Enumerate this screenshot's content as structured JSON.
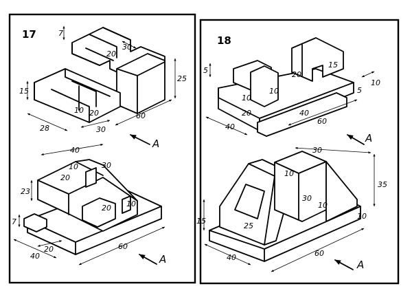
{
  "panel_17": {
    "number": "17",
    "top_part": {
      "dims": [
        "7",
        "30",
        "20",
        "15",
        "25",
        "10",
        "20",
        "28",
        "30",
        "60"
      ],
      "view_label": "A"
    },
    "bottom_part": {
      "dims": [
        "40",
        "10",
        "30",
        "20",
        "23",
        "20",
        "10",
        "7",
        "20",
        "40",
        "60"
      ],
      "view_label": "A"
    }
  },
  "panel_18": {
    "number": "18",
    "top_part": {
      "dims": [
        "5",
        "20",
        "15",
        "10",
        "20",
        "10",
        "5",
        "10",
        "40",
        "40",
        "60"
      ],
      "view_label": "A"
    },
    "bottom_part": {
      "dims": [
        "30",
        "10",
        "30",
        "10",
        "35",
        "10",
        "15",
        "25",
        "40",
        "60"
      ],
      "view_label": "A"
    }
  }
}
